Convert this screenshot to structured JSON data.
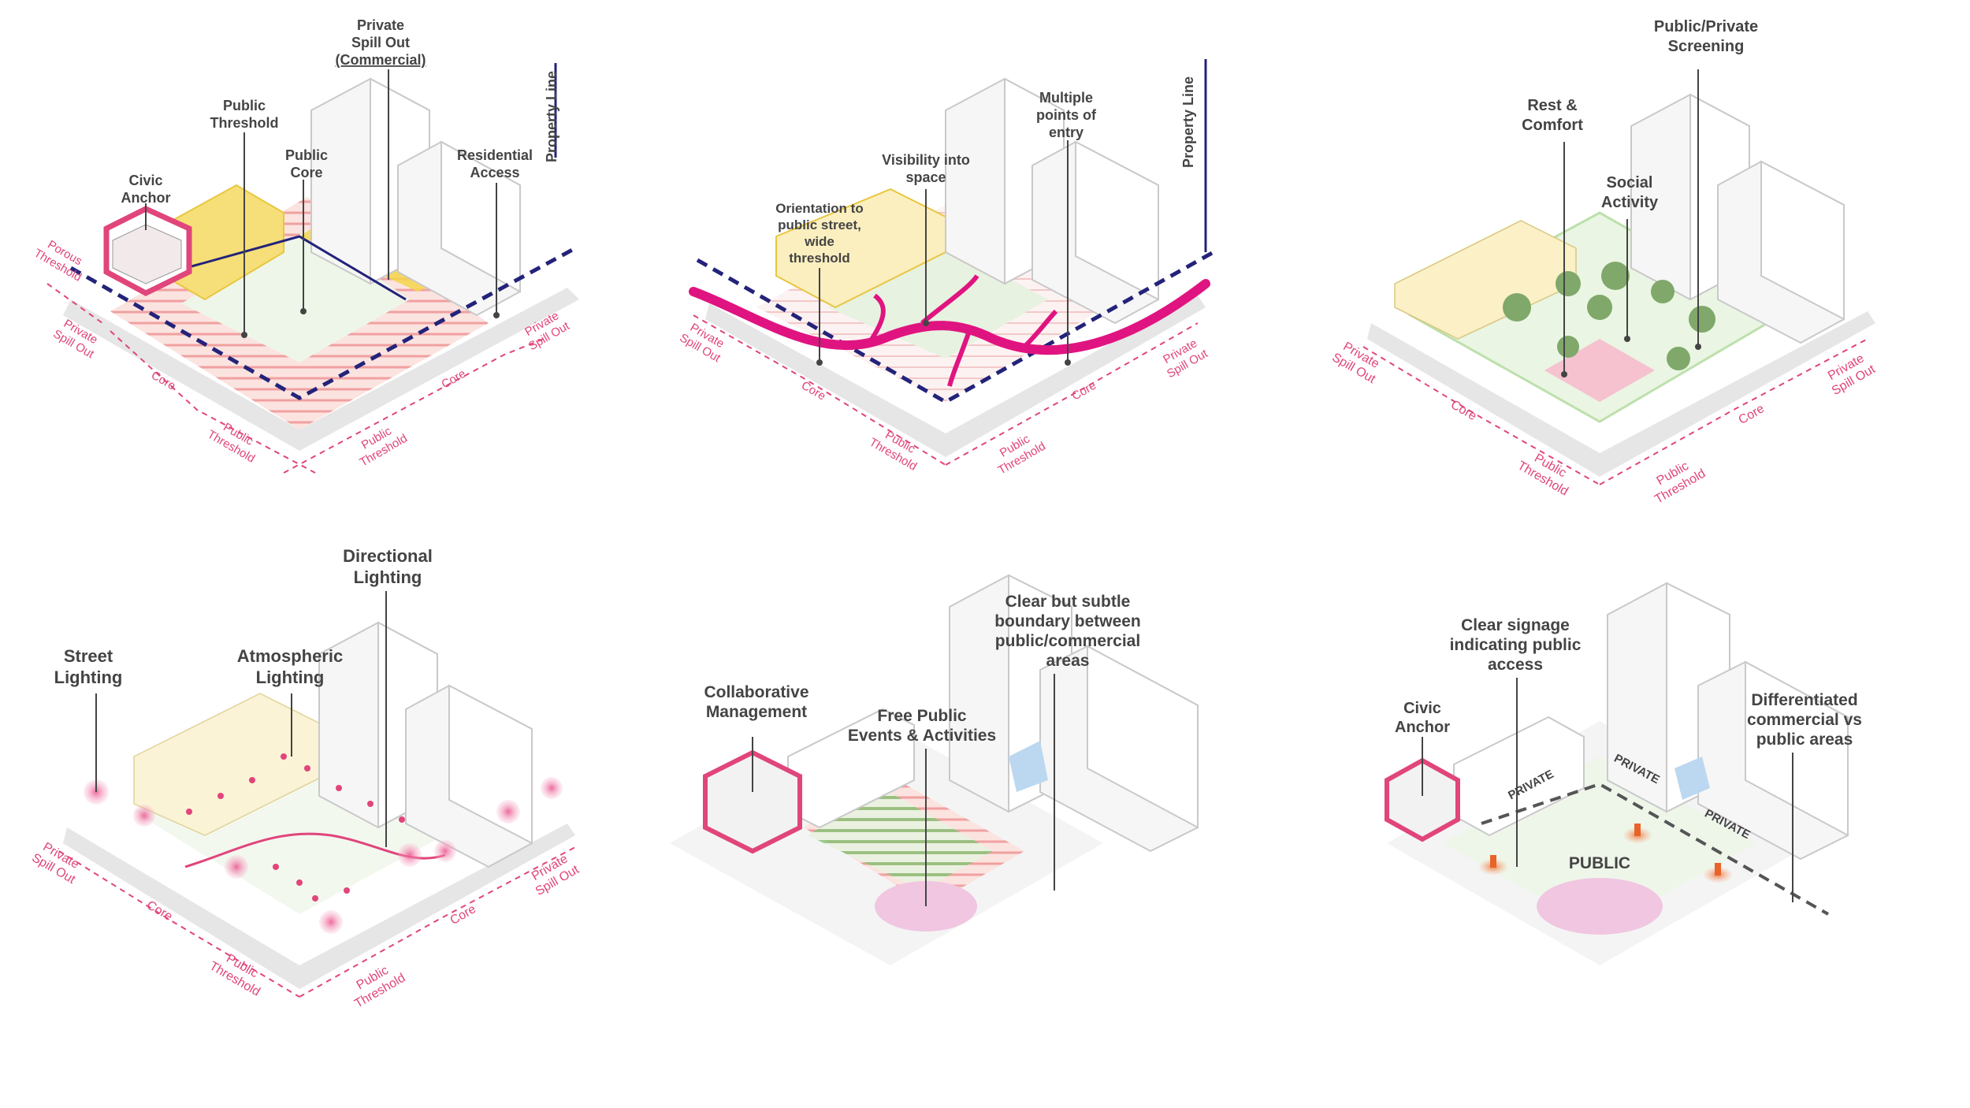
{
  "colors": {
    "accent_pink": "#e0457b",
    "property_line_navy": "#23237a",
    "label_gray": "#444444",
    "threshold_yellow": "#f4d54a",
    "green_space": "#dff0d8",
    "tree_green": "#7fa86a"
  },
  "panels": [
    {
      "callouts": {
        "private_spill_out_l1": "Private",
        "private_spill_out_l2": "Spill Out",
        "private_spill_out_l3": "(Commercial)",
        "public_threshold_l1": "Public",
        "public_threshold_l2": "Threshold",
        "public_core_l1": "Public",
        "public_core_l2": "Core",
        "residential_access_l1": "Residential",
        "residential_access_l2": "Access",
        "civic_anchor_l1": "Civic",
        "civic_anchor_l2": "Anchor",
        "property_line": "Property Line"
      },
      "zones": {
        "porous_threshold_l1": "Porous",
        "porous_threshold_l2": "Threshold",
        "private_spill_out_left_l1": "Private",
        "private_spill_out_left_l2": "Spill Out",
        "core_left": "Core",
        "public_threshold_left_l1": "Public",
        "public_threshold_left_l2": "Threshold",
        "public_threshold_right_l1": "Public",
        "public_threshold_right_l2": "Threshold",
        "core_right": "Core",
        "private_spill_out_right_l1": "Private",
        "private_spill_out_right_l2": "Spill Out"
      }
    },
    {
      "callouts": {
        "multiple_entry_l1": "Multiple",
        "multiple_entry_l2": "points of",
        "multiple_entry_l3": "entry",
        "visibility_l1": "Visibility into",
        "visibility_l2": "space",
        "orientation_l1": "Orientation to",
        "orientation_l2": "public street,",
        "orientation_l3": "wide",
        "orientation_l4": "threshold",
        "property_line": "Property Line"
      },
      "zones": {
        "private_spill_out_left_l1": "Private",
        "private_spill_out_left_l2": "Spill Out",
        "core_left": "Core",
        "public_threshold_left_l1": "Public",
        "public_threshold_left_l2": "Threshold",
        "public_threshold_right_l1": "Public",
        "public_threshold_right_l2": "Threshold",
        "core_right": "Core",
        "private_spill_out_right_l1": "Private",
        "private_spill_out_right_l2": "Spill Out"
      }
    },
    {
      "callouts": {
        "screening_l1": "Public/Private",
        "screening_l2": "Screening",
        "rest_l1": "Rest &",
        "rest_l2": "Comfort",
        "social_l1": "Social",
        "social_l2": "Activity"
      },
      "zones": {
        "private_spill_out_left_l1": "Private",
        "private_spill_out_left_l2": "Spill Out",
        "core_left": "Core",
        "public_threshold_left_l1": "Public",
        "public_threshold_left_l2": "Threshold",
        "public_threshold_right_l1": "Public",
        "public_threshold_right_l2": "Threshold",
        "core_right": "Core",
        "private_spill_out_right_l1": "Private",
        "private_spill_out_right_l2": "Spill Out"
      }
    },
    {
      "callouts": {
        "directional_l1": "Directional",
        "directional_l2": "Lighting",
        "street_l1": "Street",
        "street_l2": "Lighting",
        "atmospheric_l1": "Atmospheric",
        "atmospheric_l2": "Lighting"
      },
      "zones": {
        "private_spill_out_left_l1": "Private",
        "private_spill_out_left_l2": "Spill Out",
        "core_left": "Core",
        "public_threshold_left_l1": "Public",
        "public_threshold_left_l2": "Threshold",
        "public_threshold_right_l1": "Public",
        "public_threshold_right_l2": "Threshold",
        "core_right": "Core",
        "private_spill_out_right_l1": "Private",
        "private_spill_out_right_l2": "Spill Out"
      }
    },
    {
      "callouts": {
        "boundary_l1": "Clear but subtle",
        "boundary_l2": "boundary between",
        "boundary_l3": "public/commercial",
        "boundary_l4": "areas",
        "collab_l1": "Collaborative",
        "collab_l2": "Management",
        "events_l1": "Free Public",
        "events_l2": "Events & Activities"
      }
    },
    {
      "callouts": {
        "signage_l1": "Clear signage",
        "signage_l2": "indicating public",
        "signage_l3": "access",
        "civic_anchor_l1": "Civic",
        "civic_anchor_l2": "Anchor",
        "differentiated_l1": "Differentiated",
        "differentiated_l2": "commercial vs",
        "differentiated_l3": "public areas"
      },
      "tags": {
        "private_1": "PRIVATE",
        "private_2": "PRIVATE",
        "private_3": "PRIVATE",
        "public": "PUBLIC"
      }
    }
  ]
}
